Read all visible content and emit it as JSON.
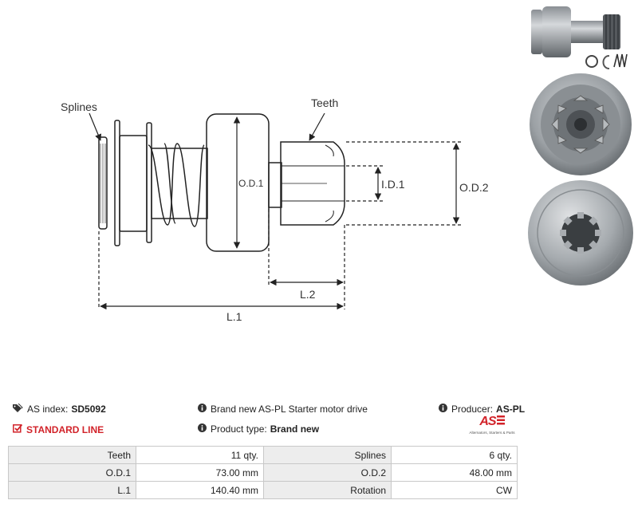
{
  "diagram": {
    "labels": {
      "splines": "Splines",
      "teeth": "Teeth",
      "od1": "O.D.1",
      "id1": "I.D.1",
      "od2": "O.D.2",
      "l2": "L.2",
      "l1": "L.1"
    }
  },
  "info": {
    "as_index_label": "AS index:",
    "as_index_value": "SD5092",
    "standard_line": "STANDARD LINE",
    "description": "Brand new AS-PL Starter motor drive",
    "product_type_label": "Product type:",
    "product_type_value": "Brand new",
    "producer_label": "Producer:",
    "producer_value": "AS-PL",
    "logo_text": "AS",
    "logo_tagline": "Alternators, Starters & Parts"
  },
  "specs": {
    "rows": [
      {
        "l1": "Teeth",
        "v1": "11 qty.",
        "l2": "Splines",
        "v2": "6 qty."
      },
      {
        "l1": "O.D.1",
        "v1": "73.00 mm",
        "l2": "O.D.2",
        "v2": "48.00 mm"
      },
      {
        "l1": "L.1",
        "v1": "140.40 mm",
        "l2": "Rotation",
        "v2": "CW"
      }
    ]
  },
  "colors": {
    "accent_red": "#d2232a",
    "table_label_bg": "#ededed",
    "table_border": "#c8c8c8"
  }
}
